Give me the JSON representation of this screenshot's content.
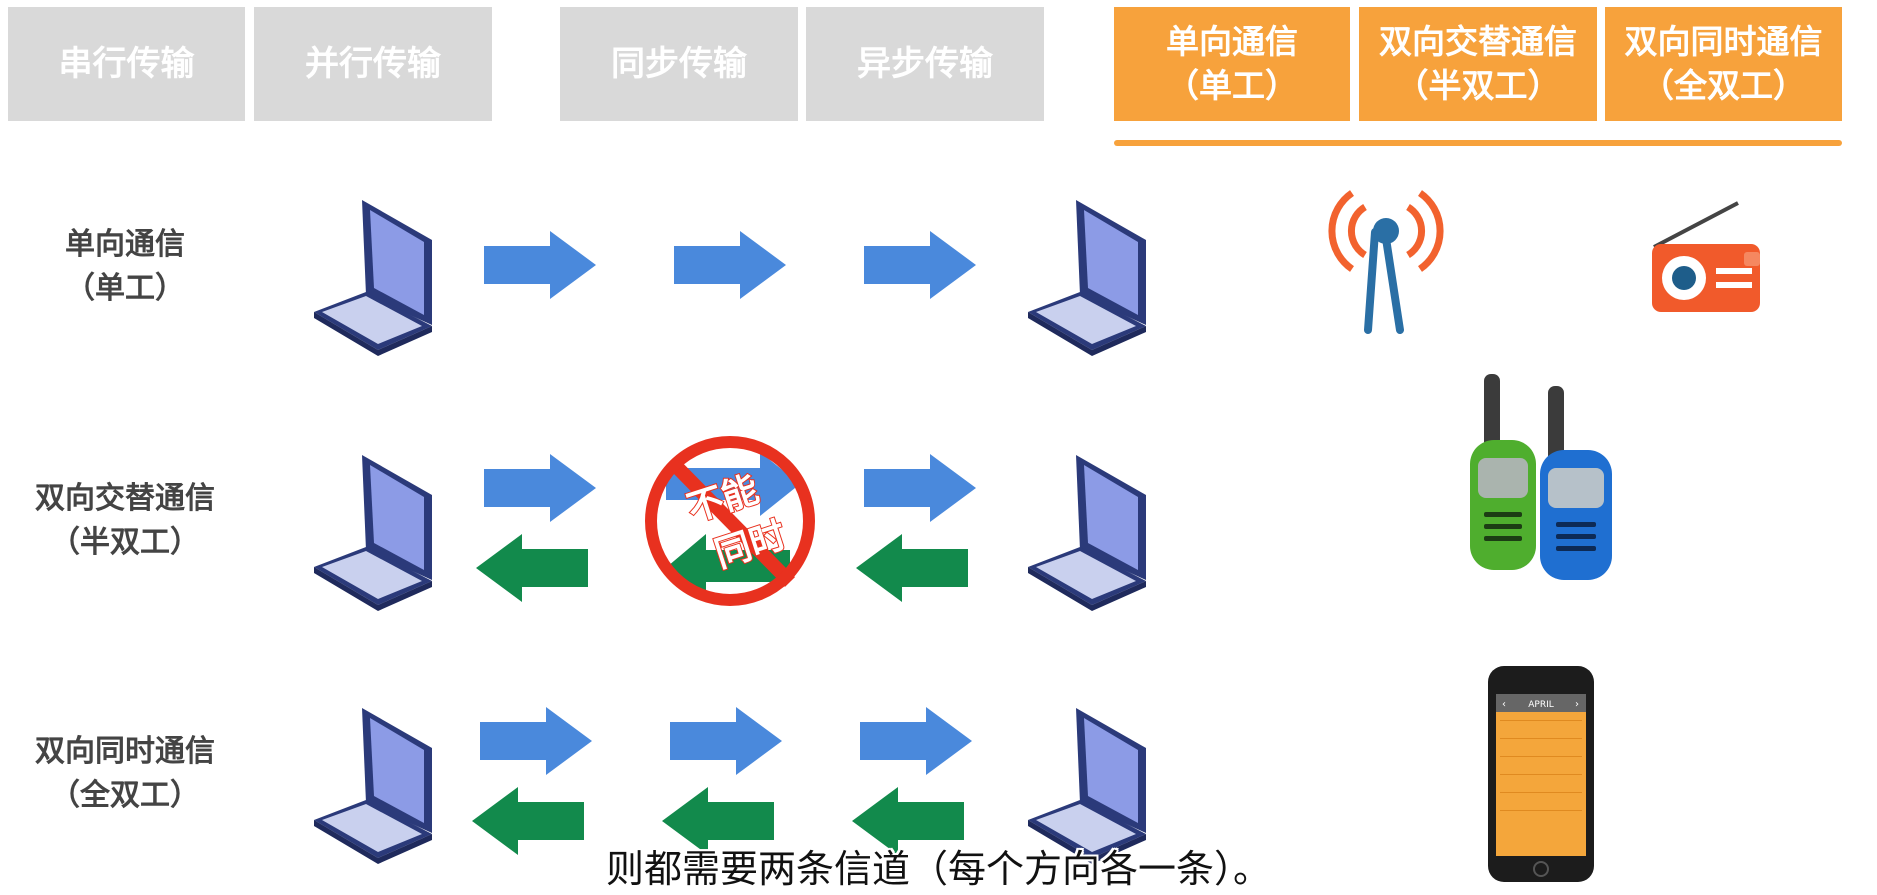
{
  "top_tabs_gray": [
    "串行传输",
    "并行传输",
    "同步传输",
    "异步传输"
  ],
  "top_tabs_orange": [
    {
      "line1": "单向通信",
      "line2": "（单工）"
    },
    {
      "line1": "双向交替通信",
      "line2": "（半双工）"
    },
    {
      "line1": "双向同时通信",
      "line2": "（全双工）"
    }
  ],
  "rows": [
    {
      "line1": "单向通信",
      "line2": "（单工）"
    },
    {
      "line1": "双向交替通信",
      "line2": "（半双工）"
    },
    {
      "line1": "双向同时通信",
      "line2": "（全双工）"
    }
  ],
  "stamp": {
    "line1": "不能",
    "line2": "同时"
  },
  "phone": {
    "month": "APRIL"
  },
  "subtitle": "则都需要两条信道（每个方向各一条）。",
  "colors": {
    "orange": "#f7a23c",
    "blue_arrow": "#4a89dc",
    "green_arrow": "#128a4c",
    "gray_tab": "#d9d9d9",
    "stop_red": "#e8311f"
  },
  "icons": [
    "laptop-icon",
    "arrow-right-icon",
    "arrow-left-icon",
    "antenna-icon",
    "radio-icon",
    "walkie-talkie-icon",
    "smartphone-icon"
  ]
}
